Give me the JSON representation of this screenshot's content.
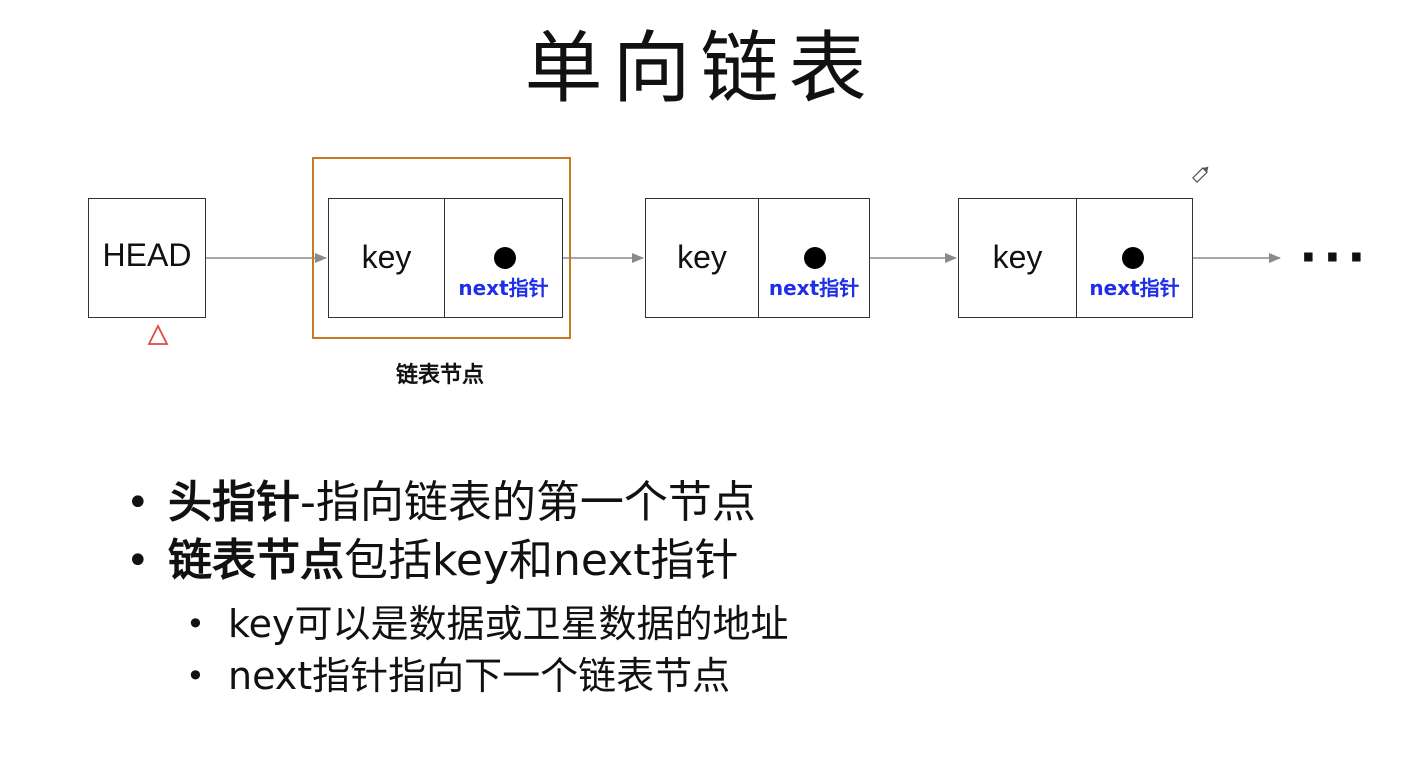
{
  "title": "单向链表",
  "diagram": {
    "head_label": "HEAD",
    "nodes": [
      {
        "key": "key",
        "next": "next指针"
      },
      {
        "key": "key",
        "next": "next指针"
      },
      {
        "key": "key",
        "next": "next指针"
      }
    ],
    "highlight_caption": "链表节点",
    "ellipsis": "···",
    "colors": {
      "pointer_text": "#1f2fe6",
      "highlight_box": "#c8781e",
      "annotation": "#e04a4a",
      "arrow": "#8a8a8a"
    }
  },
  "bullets": [
    {
      "bold": "头指针",
      "rest": "-指向链表的第一个节点"
    },
    {
      "bold": "链表节点",
      "rest": "包括key和next指针"
    }
  ],
  "sub_bullets": [
    "key可以是数据或卫星数据的地址",
    "next指针指向下一个链表节点"
  ],
  "bullet_glyph": "•"
}
